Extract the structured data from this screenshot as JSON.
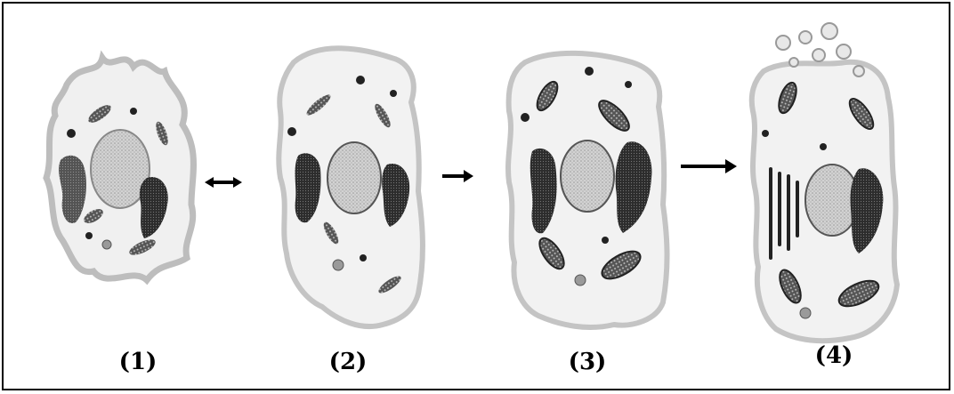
{
  "stage_labels": [
    "(1)",
    "(2)",
    "(3)",
    "(4)"
  ],
  "colors": {
    "border": "#000000",
    "membrane": "#c8c8c8",
    "cytoplasm": "#f2f2f2",
    "nucleus": "#d6d6d6",
    "organelle": "#3a3a3a",
    "arrow": "#000000"
  }
}
